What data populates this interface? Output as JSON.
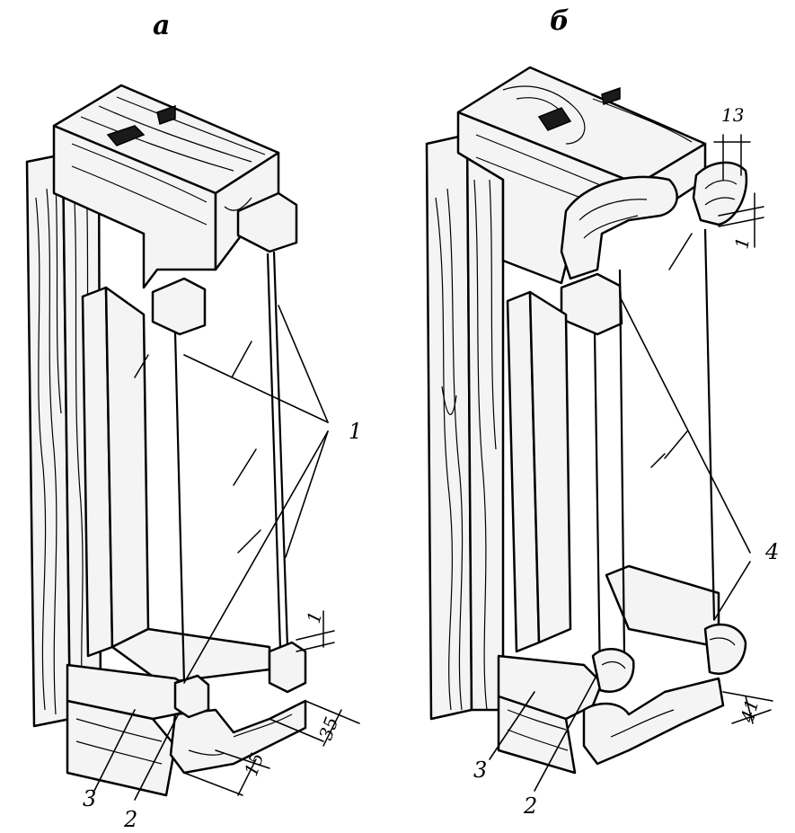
{
  "panels": [
    {
      "label": "а",
      "callouts": {
        "glass": "1",
        "bead": "2",
        "drip": "3"
      },
      "dimensions": [
        "1",
        "35",
        "15"
      ]
    },
    {
      "label": "б",
      "callouts": {
        "seal": "4",
        "bead": "2",
        "drip": "3"
      },
      "dimensions": [
        "13",
        "1",
        "41"
      ]
    }
  ]
}
